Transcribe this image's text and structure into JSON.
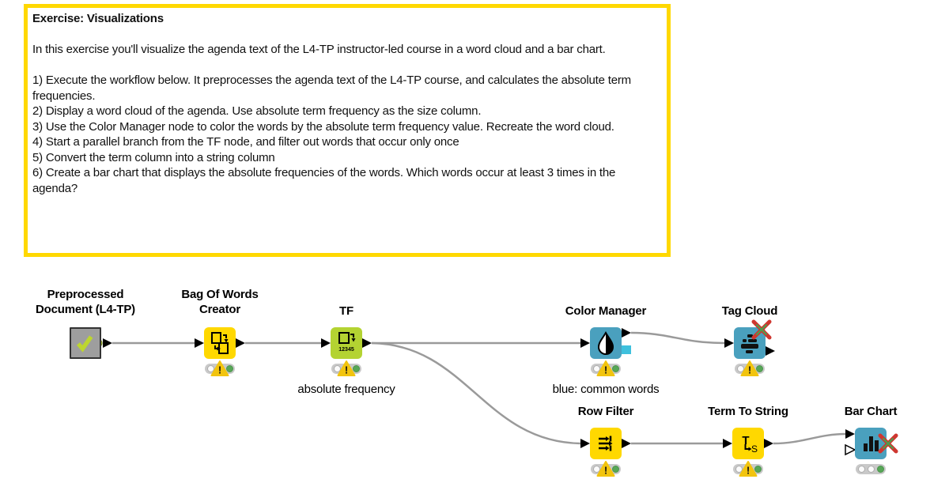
{
  "annotation": {
    "title": "Exercise: Visualizations",
    "intro": "In this exercise you'll visualize the agenda text of the L4-TP instructor-led course in a word cloud and a bar chart.",
    "steps": [
      "1) Execute the workflow below. It preprocesses the agenda text of the L4-TP course, and calculates the absolute term frequencies.",
      "2) Display a word cloud of the agenda. Use absolute term frequency as the size column.",
      "3) Use the Color Manager node to color the words by the absolute term frequency value. Recreate the word cloud.",
      "4) Start a parallel branch from the TF node, and filter out words that occur only once",
      "5) Convert the term column into a string column",
      "6) Create a bar chart that displays the absolute frequencies of the words. Which words occur at least 3 times in the agenda?"
    ]
  },
  "workflow": {
    "nodes": {
      "preprocessed": {
        "label": "Preprocessed\nDocument (L4-TP)",
        "icon": "checkmark-icon",
        "status": "executed"
      },
      "bow": {
        "label": "Bag Of Words\nCreator",
        "icon": "bag-of-words-icon",
        "status": "executed-with-warning"
      },
      "tf": {
        "label": "TF",
        "sublabel": "absolute frequency",
        "icon": "term-frequency-icon",
        "status": "executed-with-warning"
      },
      "color_manager": {
        "label": "Color Manager",
        "sublabel": "blue: common words",
        "icon": "color-droplet-icon",
        "status": "executed-with-warning"
      },
      "tag_cloud": {
        "label": "Tag Cloud",
        "icon": "word-cloud-icon",
        "status": "executed-with-warning",
        "decorator": "red-cross"
      },
      "row_filter": {
        "label": "Row Filter",
        "icon": "row-filter-icon",
        "status": "executed-with-warning"
      },
      "term_to_string": {
        "label": "Term To String",
        "icon": "term-to-string-icon",
        "status": "executed-with-warning"
      },
      "bar_chart": {
        "label": "Bar Chart",
        "icon": "bar-chart-icon",
        "status": "executed",
        "decorator": "red-cross"
      }
    }
  },
  "colors": {
    "annotation_border": "#ffd800",
    "node_yellow": "#ffd800",
    "node_green": "#b4d332",
    "node_blue": "#4aa0be",
    "metanode_gray": "#9e9e9e",
    "wire_gray": "#9a9a9a",
    "warning_yellow": "#f2c40e",
    "traffic_green": "#57a757",
    "cross_red": "#cf3730",
    "color_port_cyan": "#3ec0dd"
  }
}
